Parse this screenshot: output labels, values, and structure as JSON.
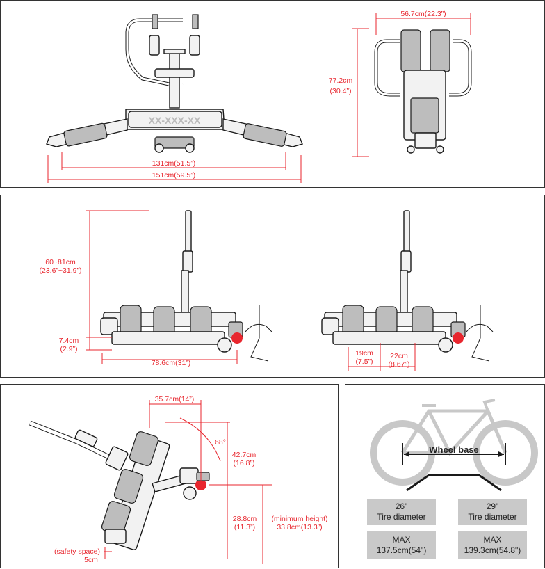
{
  "colors": {
    "accent": "#e8262e",
    "line": "#1a1a1a",
    "box": "#c9c9c9",
    "bike": "#c8c8c8"
  },
  "top_view": {
    "plate_text": "XX-XXX-XX",
    "width_inner": "131cm(51.5”)",
    "width_outer": "151cm(59.5”)"
  },
  "folded_view": {
    "width": "56.7cm(22.3”)",
    "height_cm": "77.2cm",
    "height_in": "(30.4”)"
  },
  "side_view": {
    "height_cm": "60~81cm",
    "height_in": "(23.6”~31.9”)",
    "base_cm": "7.4cm",
    "base_in": "(2.9”)",
    "length": "78.6cm(31”)",
    "spacing1_cm": "19cm",
    "spacing1_in": "(7.5”)",
    "spacing2_cm": "22cm",
    "spacing2_in": "(8.67”)"
  },
  "tilt_view": {
    "offset": "35.7cm(14”)",
    "angle": "68°",
    "rise_cm": "42.7cm",
    "rise_in": "(16.8”)",
    "drop_cm": "28.8cm",
    "drop_in": "(11.3”)",
    "min_label": "(minimum height)",
    "min_value": "33.8cm(13.3”)",
    "safety_label": "(safety space)",
    "safety_value": "5cm"
  },
  "wheelbase": {
    "title": "Wheel base",
    "cells": [
      {
        "line1": "26\"",
        "line2": "Tire diameter"
      },
      {
        "line1": "29\"",
        "line2": "Tire diameter"
      },
      {
        "line1": "MAX",
        "line2": "137.5cm(54\")"
      },
      {
        "line1": "MAX",
        "line2": "139.3cm(54.8\")"
      }
    ]
  }
}
